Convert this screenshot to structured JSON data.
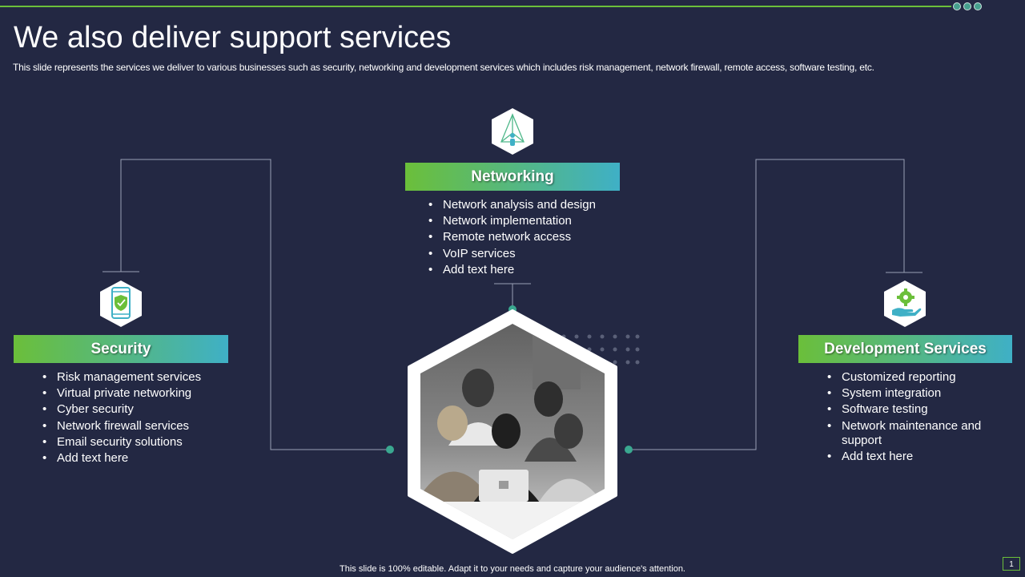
{
  "slide": {
    "title": "We also deliver support services",
    "subtitle": "This slide represents the services we deliver to various businesses such as security, networking and development services which includes risk management, network firewall, remote access, software testing, etc.",
    "footer": "This slide is 100% editable.  Adapt it to your needs and capture your audience's attention.",
    "page_number": "1"
  },
  "sections": {
    "security": {
      "heading": "Security",
      "icon": "mobile-shield-icon",
      "items": [
        "Risk management services",
        "Virtual private networking",
        "Cyber security",
        "Network firewall services",
        "Email security solutions",
        "Add text here"
      ]
    },
    "networking": {
      "heading": "Networking",
      "icon": "network-person-icon",
      "items": [
        "Network analysis and design",
        "Network implementation",
        "Remote network access",
        "VoIP services",
        "Add text here"
      ]
    },
    "development": {
      "heading": "Development Services",
      "icon": "gear-hand-icon",
      "items": [
        "Customized reporting",
        "System integration",
        "Software testing",
        "Network maintenance and support",
        "Add text here"
      ]
    }
  },
  "center_image": {
    "icon": "team-photo",
    "description_visible": false
  },
  "colors": {
    "background": "#232843",
    "accent_green": "#6bbf3a",
    "accent_teal": "#3fb0c6",
    "connector_dot": "#3aa890",
    "line": "#9aa0b4"
  }
}
